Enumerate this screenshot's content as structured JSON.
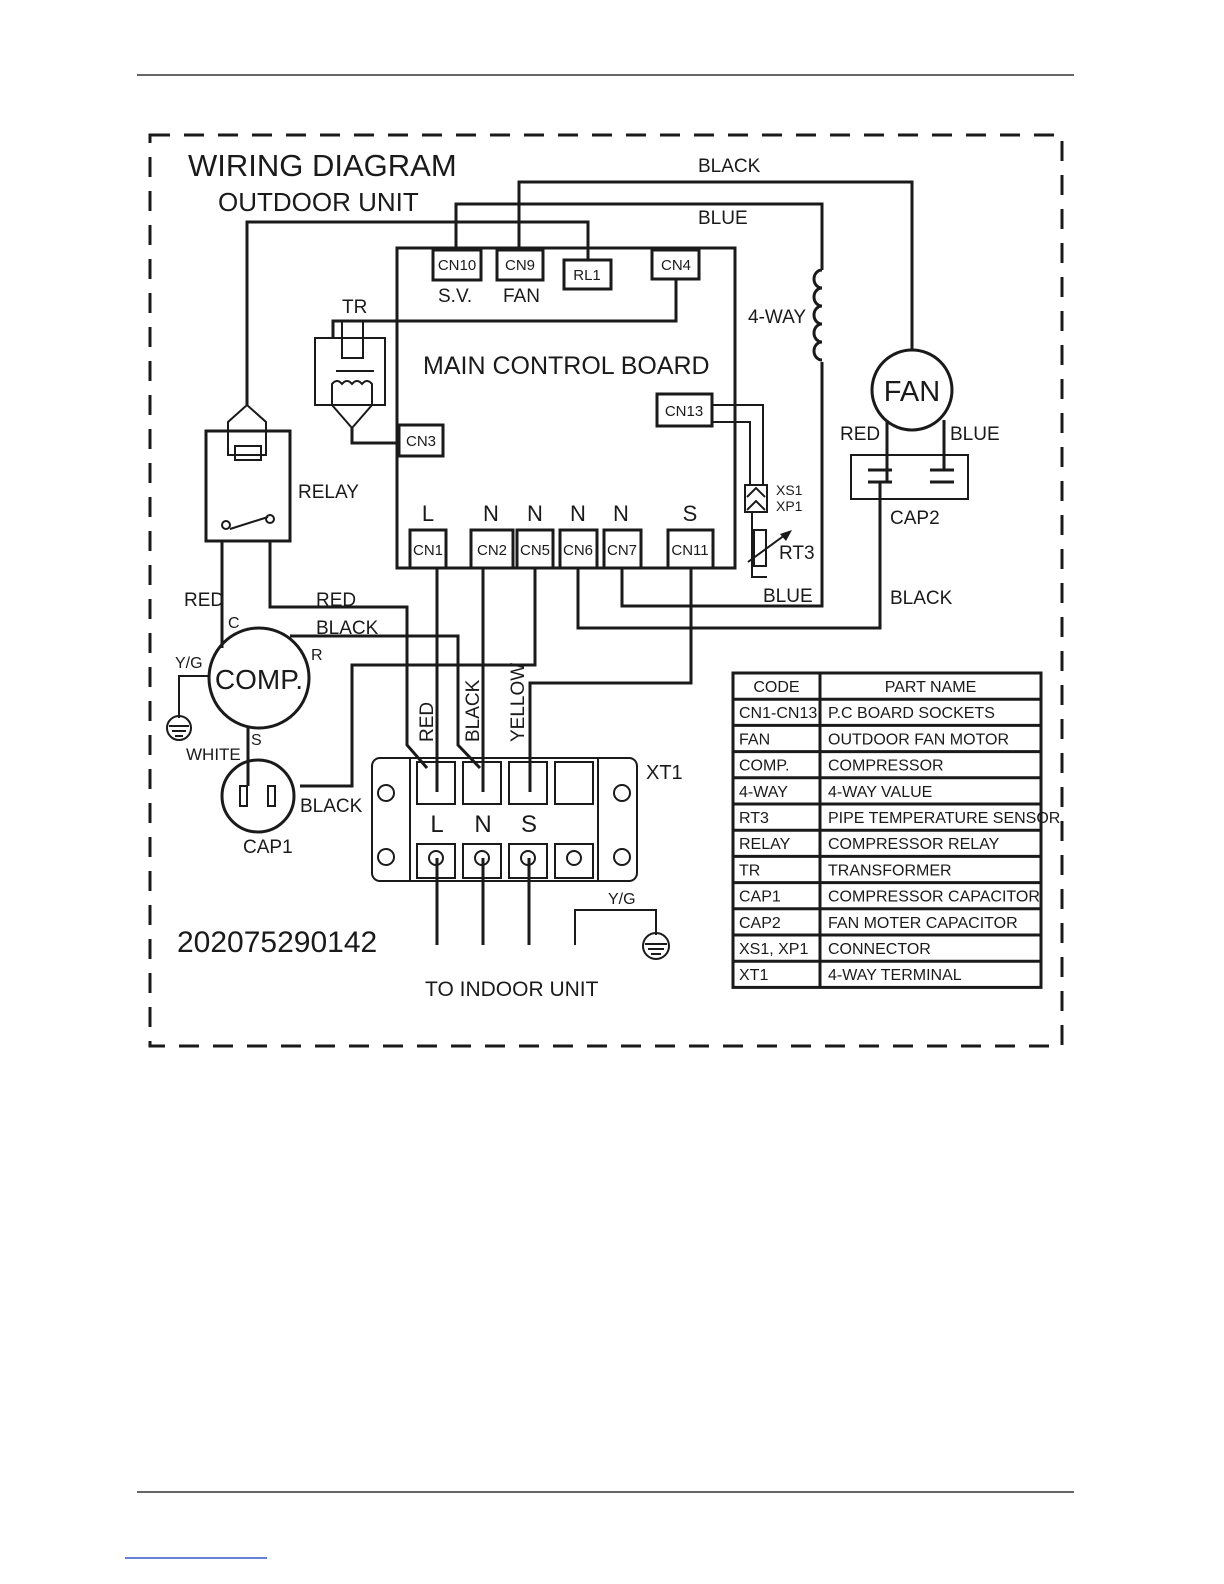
{
  "diagram": {
    "title": "WIRING DIAGRAM",
    "subtitle": "OUTDOOR UNIT",
    "board_label": "MAIN CONTROL BOARD",
    "part_number": "202075290142",
    "to_indoor": "TO INDOOR UNIT",
    "top_connectors": {
      "cn10": "CN10",
      "cn9": "CN9",
      "rl1": "RL1",
      "cn4": "CN4",
      "sv": "S.V.",
      "fan": "FAN"
    },
    "side_connectors": {
      "cn3": "CN3",
      "cn13": "CN13"
    },
    "bottom_connectors": [
      {
        "code": "CN1",
        "pin": "L"
      },
      {
        "code": "CN2",
        "pin": "N"
      },
      {
        "code": "CN5",
        "pin": "N"
      },
      {
        "code": "CN6",
        "pin": "N"
      },
      {
        "code": "CN7",
        "pin": "N"
      },
      {
        "code": "CN11",
        "pin": "S"
      }
    ],
    "components": {
      "tr": "TR",
      "relay": "RELAY",
      "comp": "COMP.",
      "cap1": "CAP1",
      "fan": "FAN",
      "cap2": "CAP2",
      "four_way": "4-WAY",
      "xs1": "XS1",
      "xp1": "XP1",
      "rt3": "RT3",
      "xt1": "XT1",
      "comp_c": "C",
      "comp_r": "R",
      "comp_s": "S"
    },
    "wire_labels": {
      "black_top": "BLACK",
      "blue_top": "BLUE",
      "red_relay": "RED",
      "red_comp": "RED",
      "black_comp": "BLACK",
      "yg_comp": "Y/G",
      "white": "WHITE",
      "black_cap1": "BLACK",
      "red_vertical": "RED",
      "black_vertical": "BLACK",
      "yellow_vertical": "YELLOW",
      "fan_red": "RED",
      "fan_blue": "BLUE",
      "blue_bottom": "BLUE",
      "black_bottom": "BLACK",
      "yg_ground": "Y/G"
    },
    "terminal_labels": [
      "L",
      "N",
      "S"
    ]
  },
  "legend": {
    "headers": [
      "CODE",
      "PART NAME"
    ],
    "rows": [
      [
        "CN1-CN13",
        "P.C BOARD SOCKETS"
      ],
      [
        "FAN",
        "OUTDOOR FAN MOTOR"
      ],
      [
        "COMP.",
        "COMPRESSOR"
      ],
      [
        "4-WAY",
        "4-WAY VALUE"
      ],
      [
        "RT3",
        "PIPE TEMPERATURE SENSOR"
      ],
      [
        "RELAY",
        "COMPRESSOR RELAY"
      ],
      [
        "TR",
        "TRANSFORMER"
      ],
      [
        "CAP1",
        "COMPRESSOR CAPACITOR"
      ],
      [
        "CAP2",
        "FAN MOTER CAPACITOR"
      ],
      [
        "XS1, XP1",
        "CONNECTOR"
      ],
      [
        "XT1",
        "4-WAY TERMINAL"
      ]
    ]
  }
}
